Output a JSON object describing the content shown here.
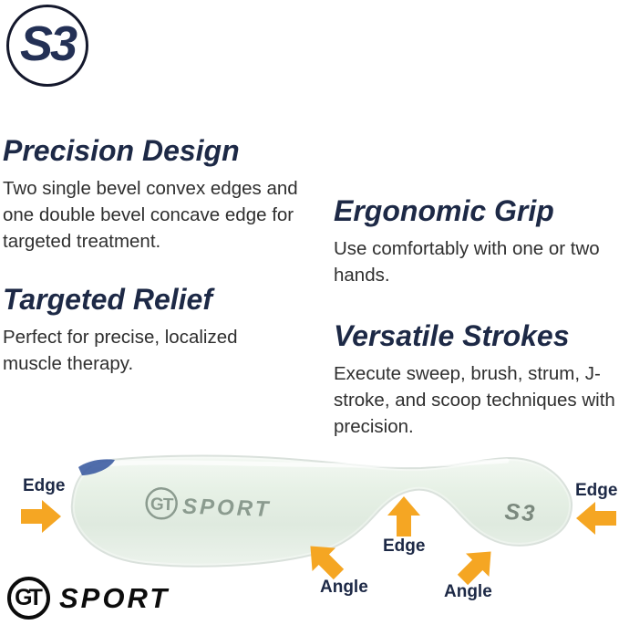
{
  "badge": {
    "model": "S3"
  },
  "features": [
    {
      "title": "Precision Design",
      "body": "Two single bevel convex edges and one double bevel concave edge for targeted treatment."
    },
    {
      "title": "Ergonomic Grip",
      "body": "Use comfortably with one or two hands."
    },
    {
      "title": "Targeted Relief",
      "body": "Perfect for precise, localized muscle therapy."
    },
    {
      "title": "Versatile Strokes",
      "body": "Execute sweep, brush, strum, J-stroke, and scoop techniques with precision."
    }
  ],
  "tool_engraving": {
    "monogram": "GT",
    "brand_word": "SPORT",
    "model": "S3"
  },
  "callouts": {
    "edge_left": "Edge",
    "edge_center": "Edge",
    "edge_right": "Edge",
    "angle_left": "Angle",
    "angle_right": "Angle"
  },
  "footer_logo": {
    "monogram": "GT",
    "word": "SPORT"
  },
  "colors": {
    "heading_navy": "#1d2946",
    "body_text": "#2f2f2f",
    "arrow_orange": "#F5A623",
    "tool_mint": "#e3eee3",
    "engraving_gray": "#8b9b8f",
    "logo_black": "#0c0c0c"
  }
}
